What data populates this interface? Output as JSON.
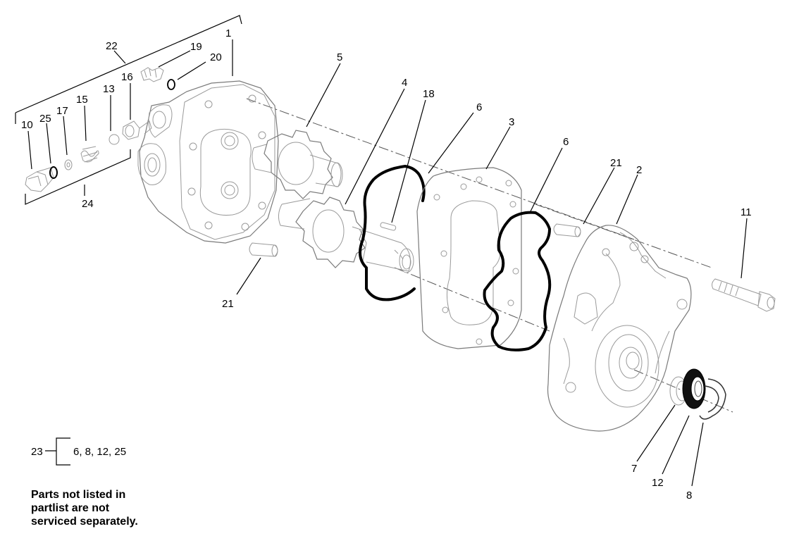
{
  "callouts": {
    "c1": "1",
    "c2": "2",
    "c3": "3",
    "c4": "4",
    "c5": "5",
    "c6a": "6",
    "c6b": "6",
    "c7": "7",
    "c8": "8",
    "c10": "10",
    "c11": "11",
    "c12": "12",
    "c13": "13",
    "c15": "15",
    "c16": "16",
    "c17": "17",
    "c18": "18",
    "c19": "19",
    "c20": "20",
    "c21a": "21",
    "c21b": "21",
    "c22": "22",
    "c24": "24",
    "c25": "25"
  },
  "kit": {
    "number": "23",
    "contents": "6, 8, 12, 25"
  },
  "footnote": {
    "line1": "Parts not listed in",
    "line2": "partlist are not",
    "line3": "serviced separately."
  }
}
